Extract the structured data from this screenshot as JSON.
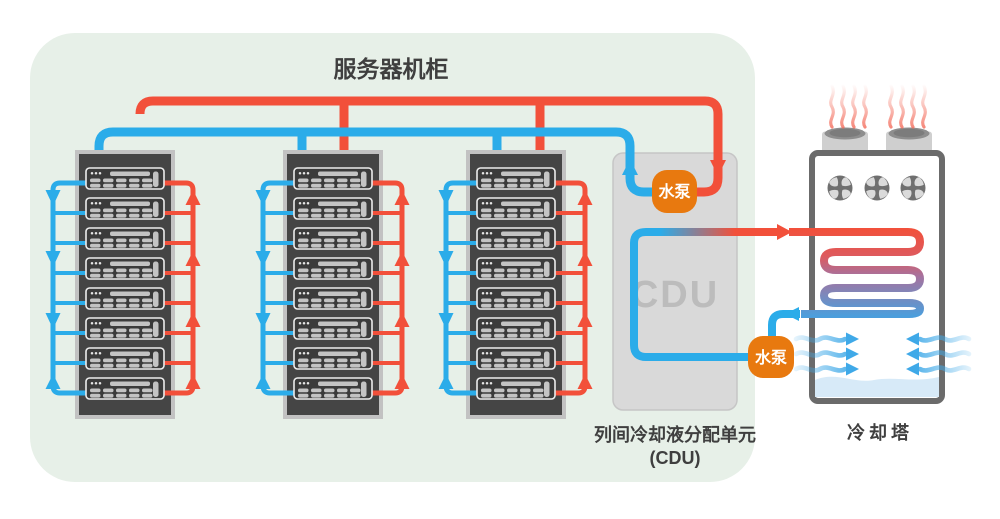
{
  "cabinet": {
    "title": "服务器机柜"
  },
  "cdu": {
    "watermark": "CDU",
    "caption_line1": "列间冷却液分配单元",
    "caption_line2": "(CDU)"
  },
  "tower": {
    "label": "冷却塔"
  },
  "pumps": {
    "pump1_label": "水泵",
    "pump2_label": "水泵"
  },
  "structure": {
    "rack_count": 3,
    "servers_per_rack": 8,
    "fan_count": 3,
    "vent_count": 2,
    "heat_wisps_per_vent": 4,
    "air_arrow_rows": 3
  },
  "colors": {
    "hot": "#F2503A",
    "cold": "#2BACE9",
    "pump_orange": "#E8790F",
    "panel_green": "#E7F0E8",
    "label_text": "#3F3F3F",
    "rack_body": "#454545",
    "rack_frame": "#C2C2C2",
    "server_fill": "#3B3B3B",
    "server_border": "#ECECEC",
    "server_detail": "#C3C3C3",
    "server_led": "#E6E6E6",
    "cdu_fill": "#D9D9D9",
    "cdu_border": "#C6C6C6",
    "cdu_text": "#BCBCBC",
    "tower_frame": "#6B6B6B",
    "fan_dark": "#6F6F6F",
    "fan_blade": "#DADADA",
    "vent_gray": "#CFCFCF",
    "vent_opening": "#8E8E8E",
    "water": "#D7EAF8",
    "heat": "#F2604E",
    "air": "#3FA9E8"
  }
}
